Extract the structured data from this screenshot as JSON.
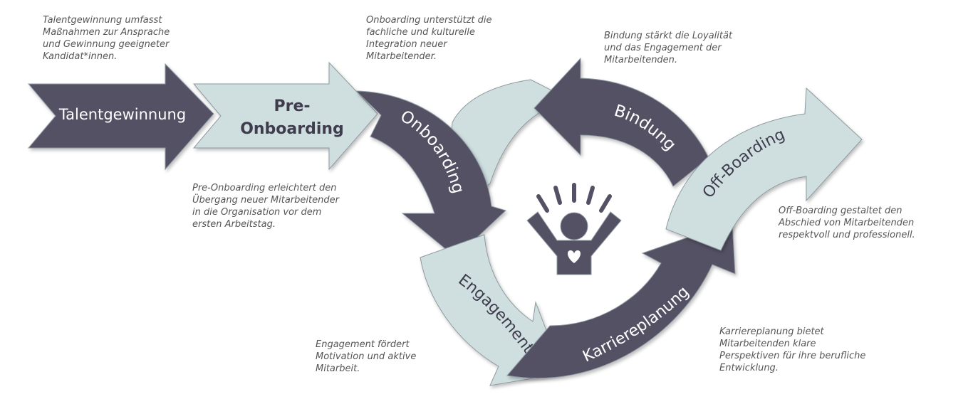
{
  "colors": {
    "dark": "#545165",
    "light": "#cfdfe0",
    "outline": "#8d9aa0",
    "dark_text": "#ffffff",
    "light_text": "#3e3c4d",
    "note_text": "#555555"
  },
  "center_icon": "person-raising-arms-with-heart-icon",
  "stages": {
    "talentgewinnung": {
      "label": "Talentgewinnung",
      "description": "Talentgewinnung umfasst\nMaßnahmen zur Ansprache\nund Gewinnung geeigneter\nKandidat*innen."
    },
    "pre_onboarding": {
      "label_line1": "Pre-",
      "label_line2": "Onboarding",
      "description": "Pre-Onboarding erleichtert den\nÜbergang neuer Mitarbeitender\nin die Organisation vor dem\nersten Arbeitstag."
    },
    "onboarding": {
      "label": "Onboarding",
      "description": "Onboarding unterstützt die\nfachliche und kulturelle\nIntegration neuer\nMitarbeitender."
    },
    "engagement": {
      "label": "Engagement",
      "description": "Engagement fördert\nMotivation und aktive\nMitarbeit."
    },
    "karriereplanung": {
      "label": "Karriereplanung",
      "description": "Karriereplanung bietet\nMitarbeitenden klare\nPerspektiven für ihre berufliche\nEntwicklung."
    },
    "bindung": {
      "label": "Bindung",
      "description": "Bindung stärkt die Loyalität\nund das Engagement der\nMitarbeitenden."
    },
    "off_boarding": {
      "label": "Off-Boarding",
      "description": "Off-Boarding gestaltet den\nAbschied von Mitarbeitenden\nrespektvoll und professionell."
    }
  }
}
